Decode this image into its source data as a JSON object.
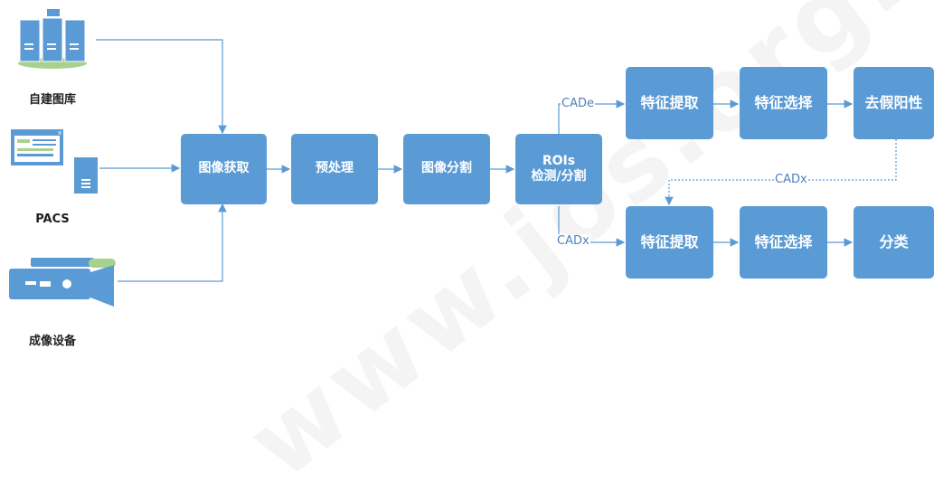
{
  "sources": {
    "library": "自建图库",
    "pacs": "PACS",
    "device": "成像设备"
  },
  "pipeline": {
    "acquire": "图像获取",
    "preprocess": "预处理",
    "segment": "图像分割",
    "roi_line1": "ROIs",
    "roi_line2": "检测/分割"
  },
  "cade": {
    "label": "CADe",
    "extract": "特征提取",
    "select": "特征选择",
    "fp_reduce": "去假阳性"
  },
  "cadx": {
    "label": "CADx",
    "link_label": "CADx",
    "extract": "特征提取",
    "select": "特征选择",
    "classify": "分类"
  },
  "watermark": "www.jos.org.cn",
  "colors": {
    "box": "#5b9bd5",
    "line": "#5b9bd5",
    "text": "#ffffff"
  }
}
